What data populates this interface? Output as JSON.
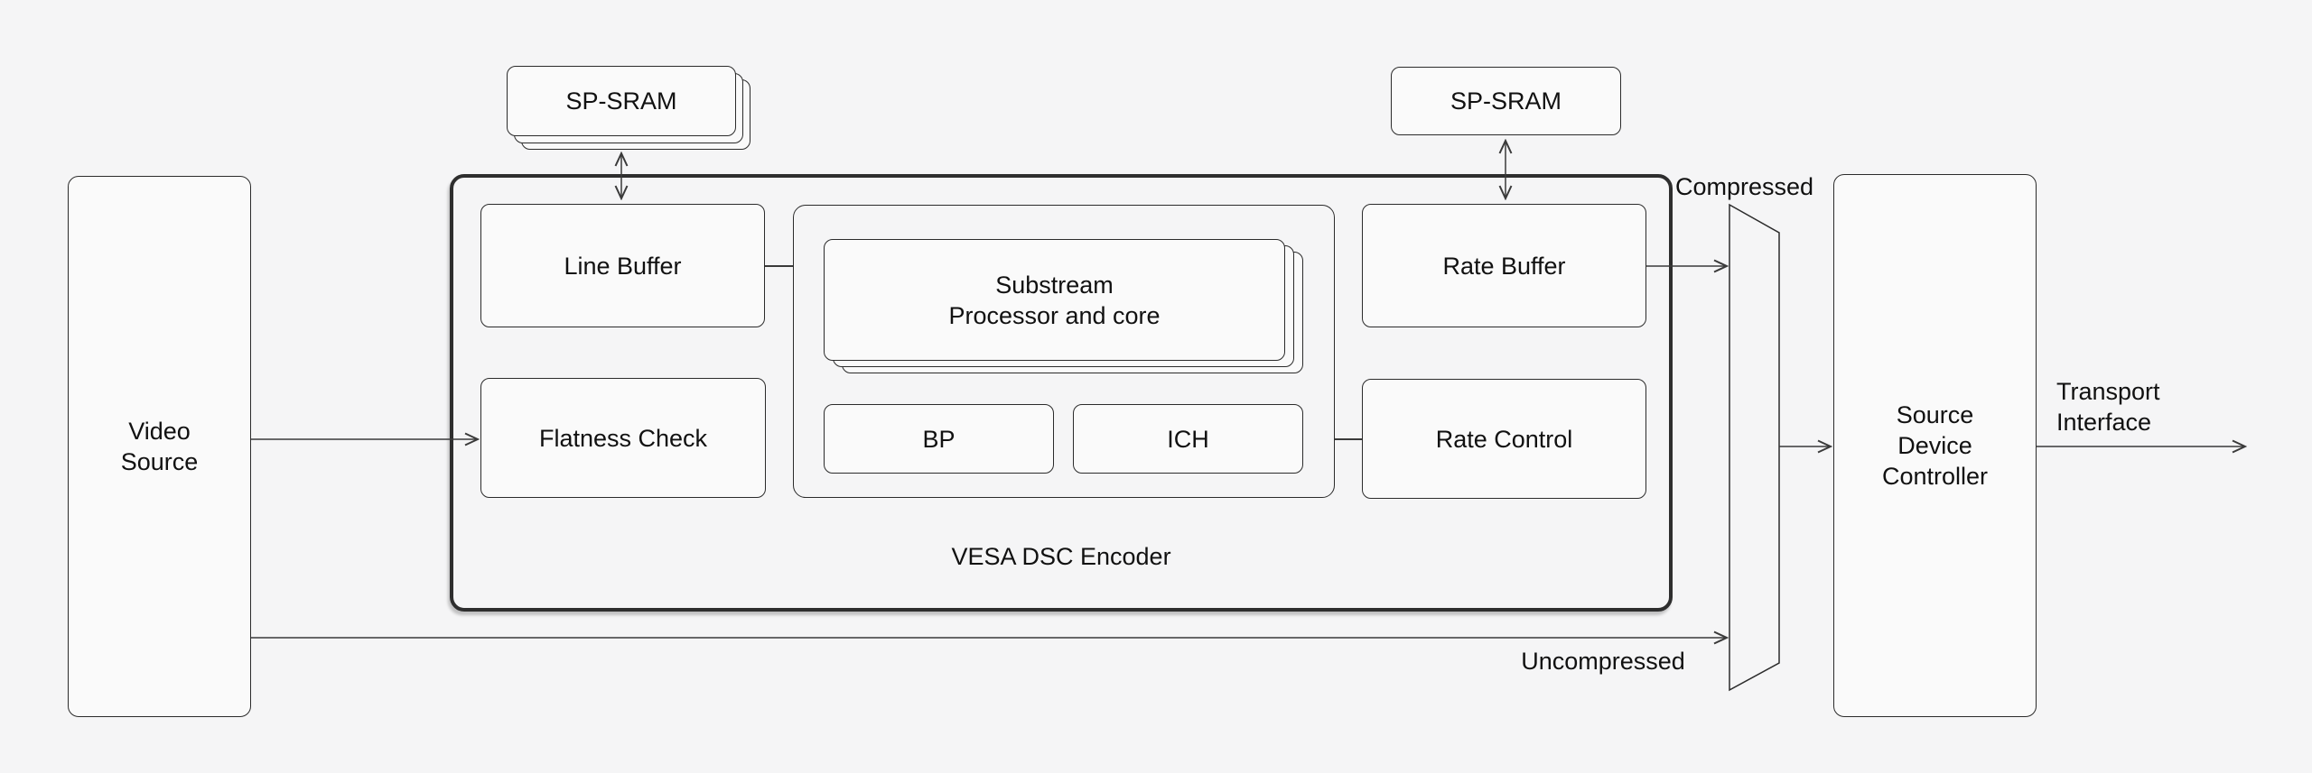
{
  "colors": {
    "background": "#f5f5f6",
    "node_fill": "#fafafa",
    "node_border": "#2b2b2b",
    "encoder_container_border": "#2e2e2e",
    "connector": "#3a3a3a",
    "text": "#111111"
  },
  "nodes": {
    "video_source": {
      "lines": [
        "Video",
        "Source"
      ]
    },
    "sp_sram_left": {
      "label": "SP-SRAM"
    },
    "sp_sram_right": {
      "label": "SP-SRAM"
    },
    "line_buffer": {
      "label": "Line Buffer"
    },
    "flatness_check": {
      "label": "Flatness Check"
    },
    "substream_processor": {
      "lines": [
        "Substream",
        "Processor and core"
      ]
    },
    "bp": {
      "label": "BP"
    },
    "ich": {
      "label": "ICH"
    },
    "rate_buffer": {
      "label": "Rate Buffer"
    },
    "rate_control": {
      "label": "Rate Control"
    },
    "encoder": {
      "label": "VESA DSC Encoder"
    },
    "source_device_controller": {
      "lines": [
        "Source",
        "Device",
        "Controller"
      ]
    }
  },
  "annotations": {
    "compressed": "Compressed",
    "uncompressed": "Uncompressed",
    "transport_interface": {
      "lines": [
        "Transport",
        "Interface"
      ]
    }
  }
}
